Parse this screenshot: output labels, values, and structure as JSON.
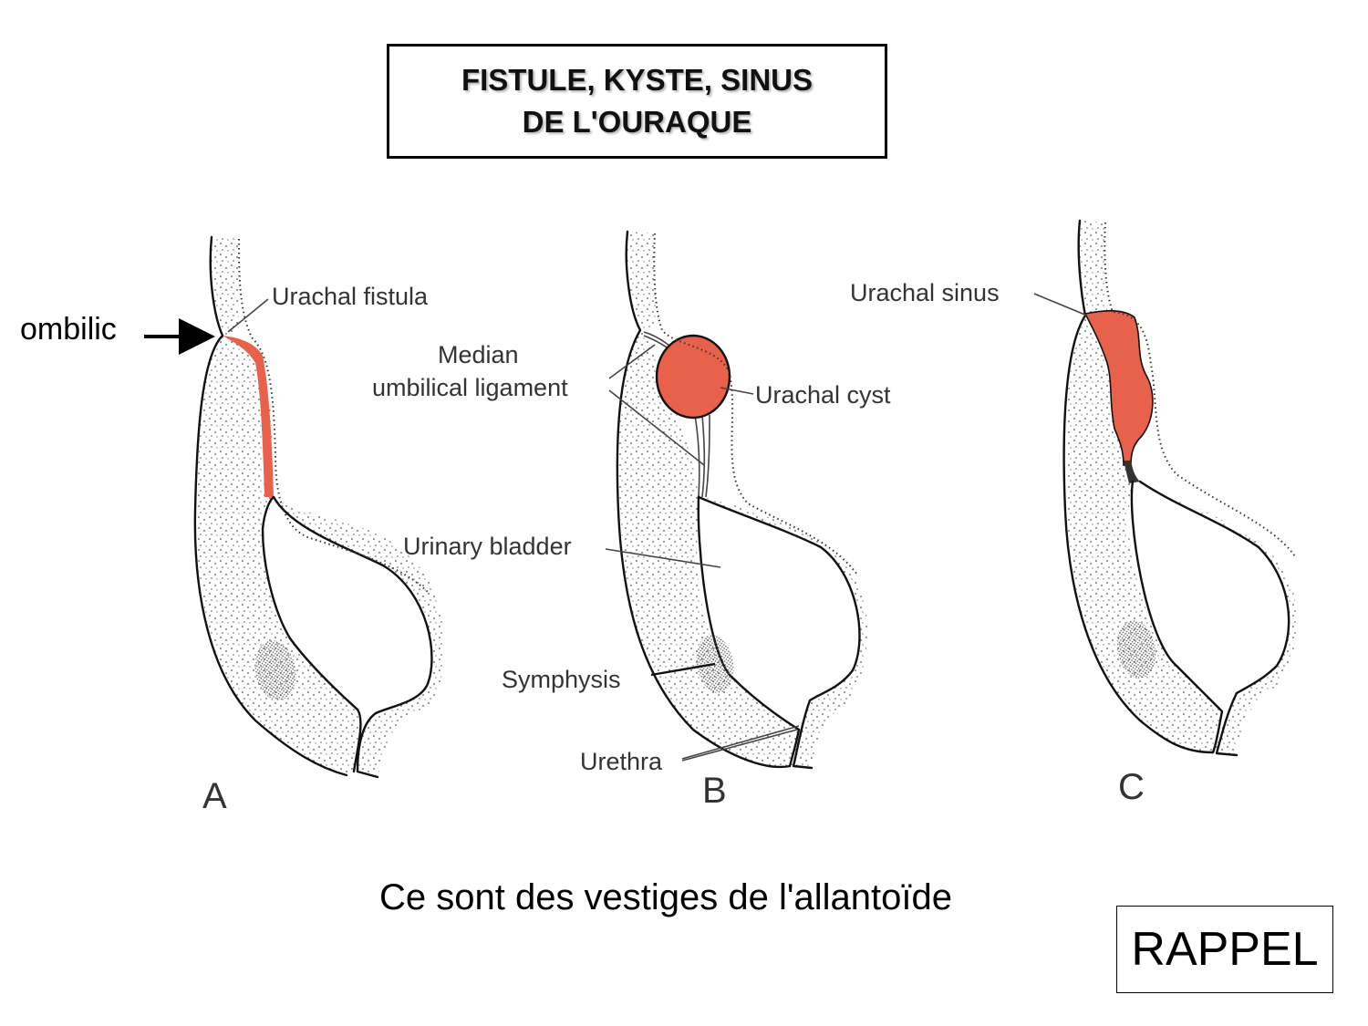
{
  "title": {
    "line1": "FISTULE, KYSTE, SINUS",
    "line2": "DE L'OURAQUE"
  },
  "side_label": "ombilic",
  "labels": {
    "urachal_fistula": "Urachal fistula",
    "median_line1": "Median",
    "median_line2": "umbilical ligament",
    "urachal_cyst": "Urachal cyst",
    "urinary_bladder": "Urinary bladder",
    "symphysis": "Symphysis",
    "urethra": "Urethra",
    "urachal_sinus": "Urachal sinus"
  },
  "panels": [
    "A",
    "B",
    "C"
  ],
  "caption": "Ce sont des vestiges de l'allantoïde",
  "stamp": "RAPPEL",
  "colors": {
    "highlight": "#e8614a",
    "outline": "#111111",
    "stipple": "#555555"
  }
}
